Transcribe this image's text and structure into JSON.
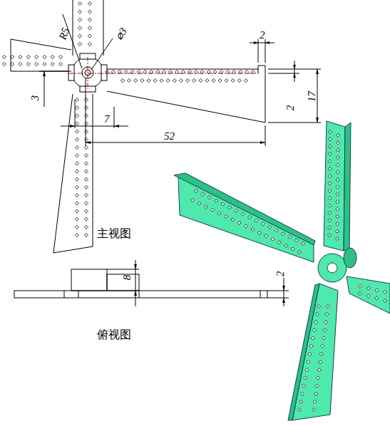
{
  "diagram": {
    "labels": [
      "R5",
      "⌀3",
      "2",
      "2",
      "17",
      "3",
      "7",
      "52",
      "主视图",
      "8",
      "2",
      "俯视图"
    ]
  }
}
